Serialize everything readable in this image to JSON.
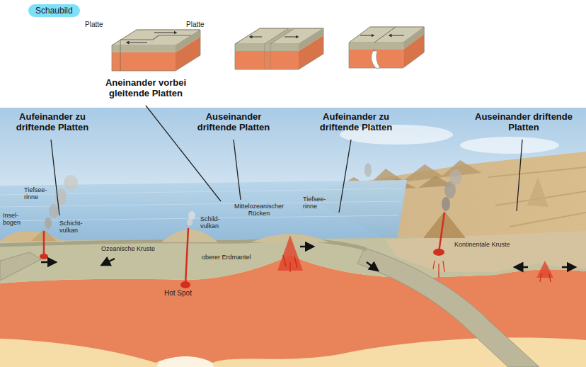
{
  "diagram": {
    "nodes": [
      {
        "text": [
          "Schaubild"
        ]
      }
    ],
    "labels": [
      "Platte",
      "Platte",
      "Aneinander vorbei gleitende Platten",
      "Aufeinander zu driftende Platten",
      "Auseinander driftende Platten",
      "Aufeinander zu driftende Platten",
      "Auseinander driftende Platten",
      "Tiefsee- rinne",
      "Insel- bogen",
      "Schicht- vulkan",
      "Ozeanische Kruste",
      "Schild- vulkan",
      "Mittelozeanischer Rücken",
      "oberer Erdmantel",
      "Tiefsee- rinne",
      "Kontinentale Kruste",
      "Hot Spot"
    ]
  }
}
